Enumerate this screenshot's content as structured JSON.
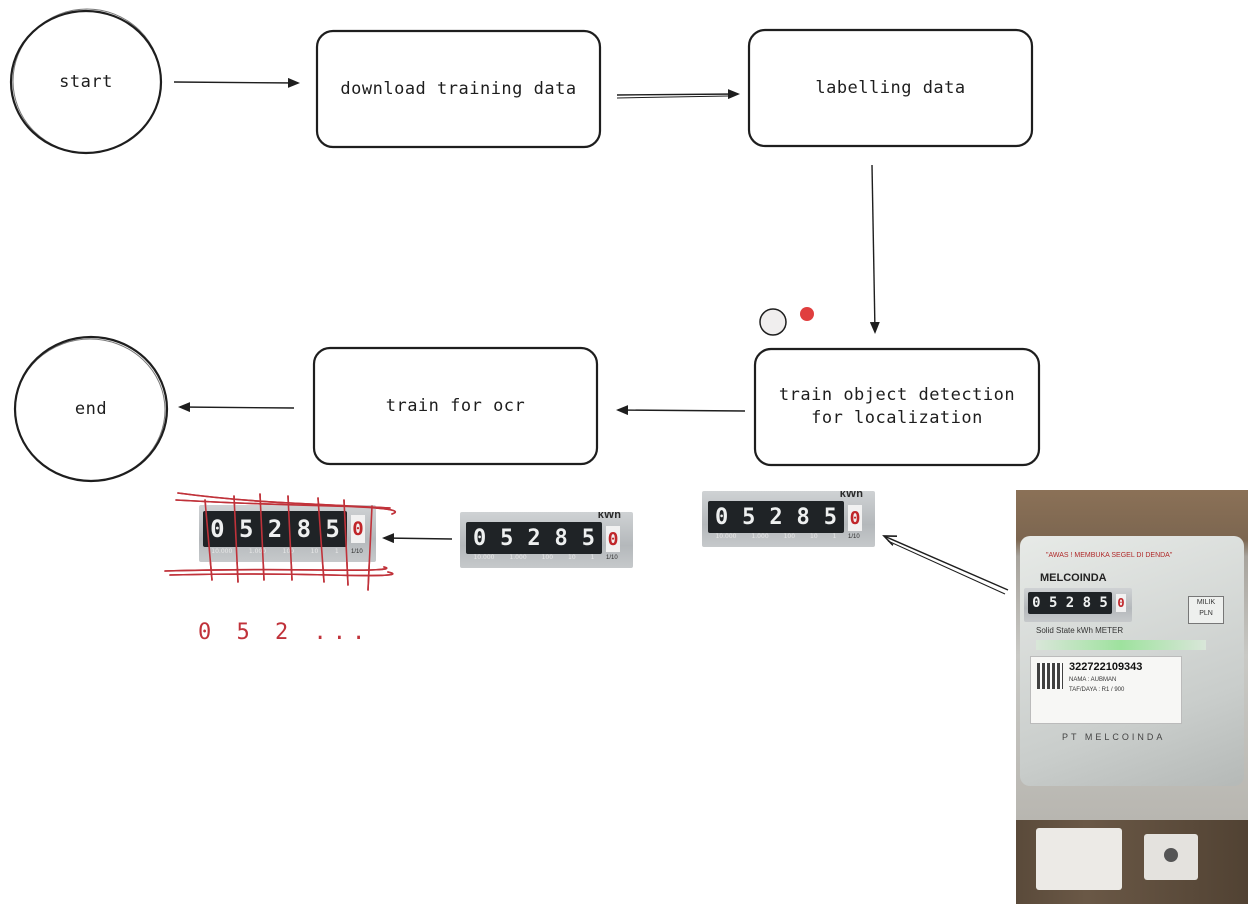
{
  "nodes": {
    "start": "start",
    "download": "download training data",
    "labelling": "labelling data",
    "train_detection": "train object detection\nfor localization",
    "train_ocr": "train for ocr",
    "end": "end"
  },
  "meter_readings": {
    "digits": [
      "0",
      "5",
      "2",
      "8",
      "5"
    ],
    "last_digit": "0",
    "unit": "kWh",
    "scale": [
      "10.000",
      "1.000",
      "100",
      "10",
      "1"
    ],
    "scale_end": "1/10"
  },
  "ocr_result": "0 5 2 ...",
  "photo": {
    "warning": "\"AWAS ! MEMBUKA SEGEL DI DENDA\"",
    "brand": "MELCOINDA",
    "badge_line1": "MILIK",
    "badge_line2": "PLN",
    "meter_type": "Solid State kWh METER",
    "customer_id": "322722109343",
    "name_line": "NAMA : AUBMAN",
    "tarif_line": "TAF/DAYA : R1 / 900",
    "manufacturer": "PT MELCOINDA"
  },
  "colors": {
    "stroke": "#1e1e1e",
    "ocr_marks": "#c0323a",
    "dot_red": "#e03e3e",
    "dot_light": "#f0eeee"
  }
}
